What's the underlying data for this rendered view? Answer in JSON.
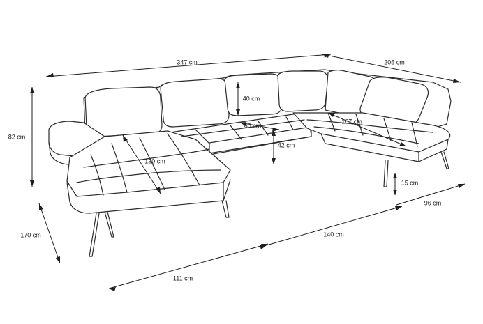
{
  "dimensions": {
    "total_width": "347 cm",
    "right_section_width": "205 cm",
    "height": "82 cm",
    "back_height": "40 cm",
    "seat_depth": "60 cm",
    "seat_height": "42 cm",
    "right_chaise_length": "167 cm",
    "left_chaise_length": "130 cm",
    "leg_height": "15 cm",
    "left_depth": "170 cm",
    "middle_length": "140 cm",
    "right_depth": "96 cm",
    "left_width": "111 cm"
  }
}
